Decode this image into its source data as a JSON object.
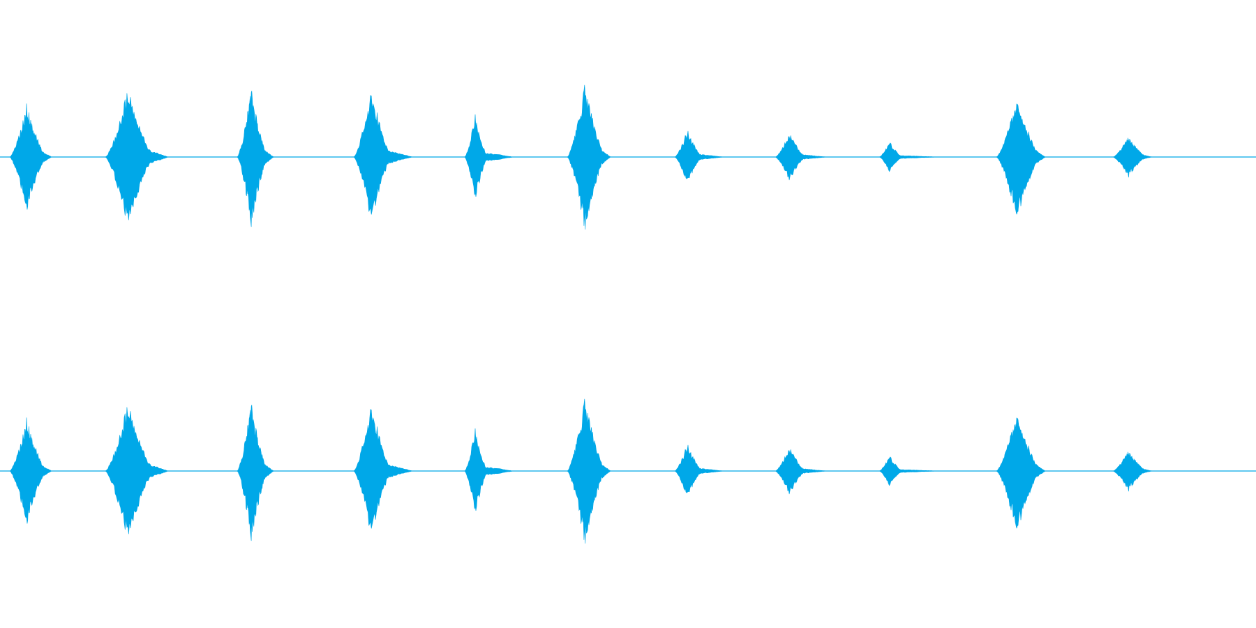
{
  "waveform": {
    "color": "#00a8e8",
    "channels": [
      {
        "name": "",
        "bursts": [
          {
            "up": 0.62,
            "down": 0.64,
            "tail": "short"
          },
          {
            "up": 0.8,
            "down": 0.82,
            "tail": "long"
          },
          {
            "up": 0.8,
            "down": 0.82,
            "tail": "short"
          },
          {
            "up": 0.8,
            "down": 0.78,
            "tail": "decay"
          },
          {
            "up": 0.5,
            "down": 0.52,
            "tail": "blip"
          },
          {
            "up": 0.84,
            "down": 0.86,
            "tail": "short"
          },
          {
            "up": 0.32,
            "down": 0.32,
            "tail": "decay"
          },
          {
            "up": 0.28,
            "down": 0.28,
            "tail": "decay"
          },
          {
            "up": 0.18,
            "down": 0.18,
            "tail": "long-decay"
          },
          {
            "up": 0.72,
            "down": 0.74,
            "tail": "short"
          },
          {
            "up": 0.24,
            "down": 0.24,
            "tail": "short"
          }
        ]
      },
      {
        "name": "",
        "bursts": [
          {
            "up": 0.62,
            "down": 0.64,
            "tail": "short"
          },
          {
            "up": 0.8,
            "down": 0.82,
            "tail": "long"
          },
          {
            "up": 0.8,
            "down": 0.82,
            "tail": "short"
          },
          {
            "up": 0.8,
            "down": 0.78,
            "tail": "decay"
          },
          {
            "up": 0.5,
            "down": 0.52,
            "tail": "blip"
          },
          {
            "up": 0.84,
            "down": 0.86,
            "tail": "short"
          },
          {
            "up": 0.32,
            "down": 0.32,
            "tail": "decay"
          },
          {
            "up": 0.28,
            "down": 0.28,
            "tail": "decay"
          },
          {
            "up": 0.18,
            "down": 0.18,
            "tail": "long-decay"
          },
          {
            "up": 0.72,
            "down": 0.74,
            "tail": "short"
          },
          {
            "up": 0.24,
            "down": 0.24,
            "tail": "short"
          }
        ]
      }
    ]
  }
}
